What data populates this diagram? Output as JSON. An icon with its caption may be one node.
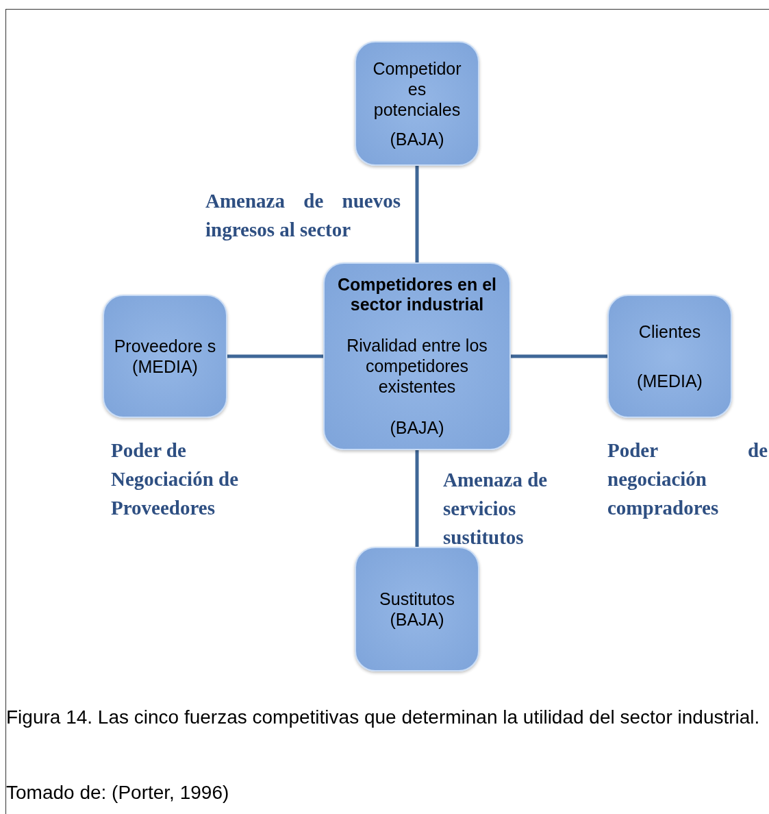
{
  "diagram": {
    "caption": "Figura 14. Las cinco fuerzas competitivas que determinan la utilidad del sector industrial.",
    "nodes": [
      {
        "text": [
          "Competidor es potenciales",
          "(BAJA)"
        ]
      },
      {
        "text": [
          "Competidores en el sector industrial",
          "Rivalidad entre los competidores existentes",
          "(BAJA)"
        ]
      },
      {
        "text": [
          "Proveedore s (MEDIA)"
        ]
      },
      {
        "text": [
          "Clientes",
          "(MEDIA)"
        ]
      },
      {
        "text": [
          "Sustitutos (BAJA)"
        ]
      }
    ],
    "edges": [
      {
        "from": 0,
        "to": 1,
        "arrow": "none"
      },
      {
        "from": 2,
        "to": 1,
        "arrow": "none"
      },
      {
        "from": 1,
        "to": 3,
        "arrow": "none"
      },
      {
        "from": 1,
        "to": 4,
        "arrow": "none"
      }
    ],
    "labels": [
      "Amenaza de nuevos ingresos al sector",
      "Poder de Negociación de Proveedores",
      "Amenaza de servicios sustitutos",
      "Poder de negociación compradores",
      "Tomado de: (Porter, 1996)"
    ]
  }
}
